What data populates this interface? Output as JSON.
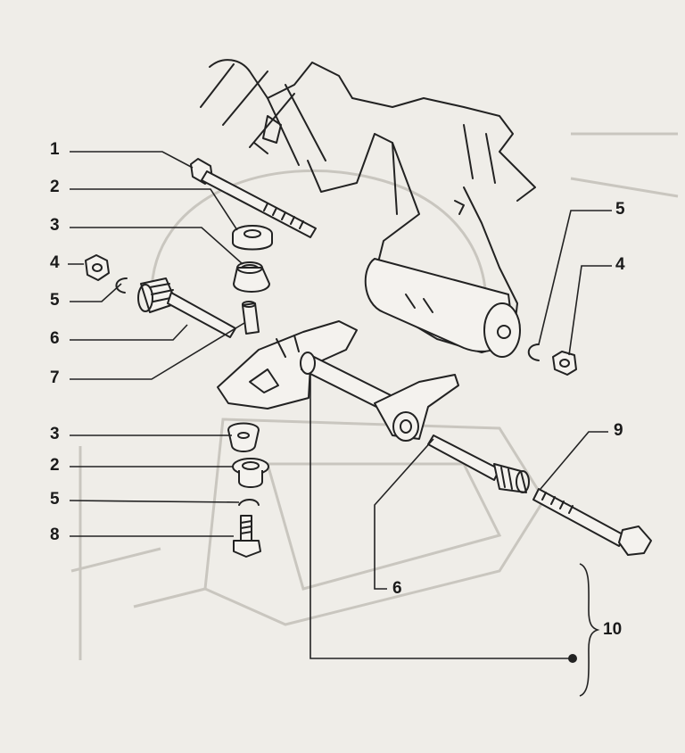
{
  "callouts": {
    "c1": "1",
    "c2_top": "2",
    "c3_top": "3",
    "c4_left": "4",
    "c5_left": "5",
    "c6_left": "6",
    "c7": "7",
    "c3_bottom": "3",
    "c2_bottom": "2",
    "c5_bottom": "5",
    "c8": "8",
    "c5_right": "5",
    "c4_right": "4",
    "c9": "9",
    "c6_bottom": "6",
    "c10": "10"
  },
  "colors": {
    "ink": "#222222",
    "paper": "#efede8",
    "faint": "#c9c6bf"
  }
}
